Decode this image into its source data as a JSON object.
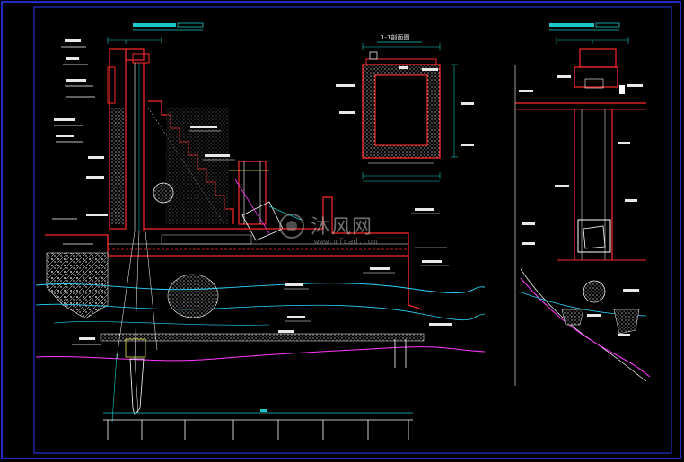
{
  "drawing": {
    "colors": {
      "background": "#000000",
      "frame": "#2a3bff",
      "structure": "#ff2a2a",
      "dimension": "#19c9c9",
      "annotation": "#e8e8e8",
      "hatch": "#ffffff",
      "ground_line": "#ff39ff",
      "water_line": "#2ad5ff",
      "accent_yellow": "#e8e84a",
      "accent_green": "#35e035"
    },
    "titles": {
      "main_section": "",
      "section_1_1": "1-1剖面图",
      "side_section": ""
    }
  },
  "watermark": {
    "logo_text": "沐风网",
    "url": "www.mfcad.com"
  }
}
